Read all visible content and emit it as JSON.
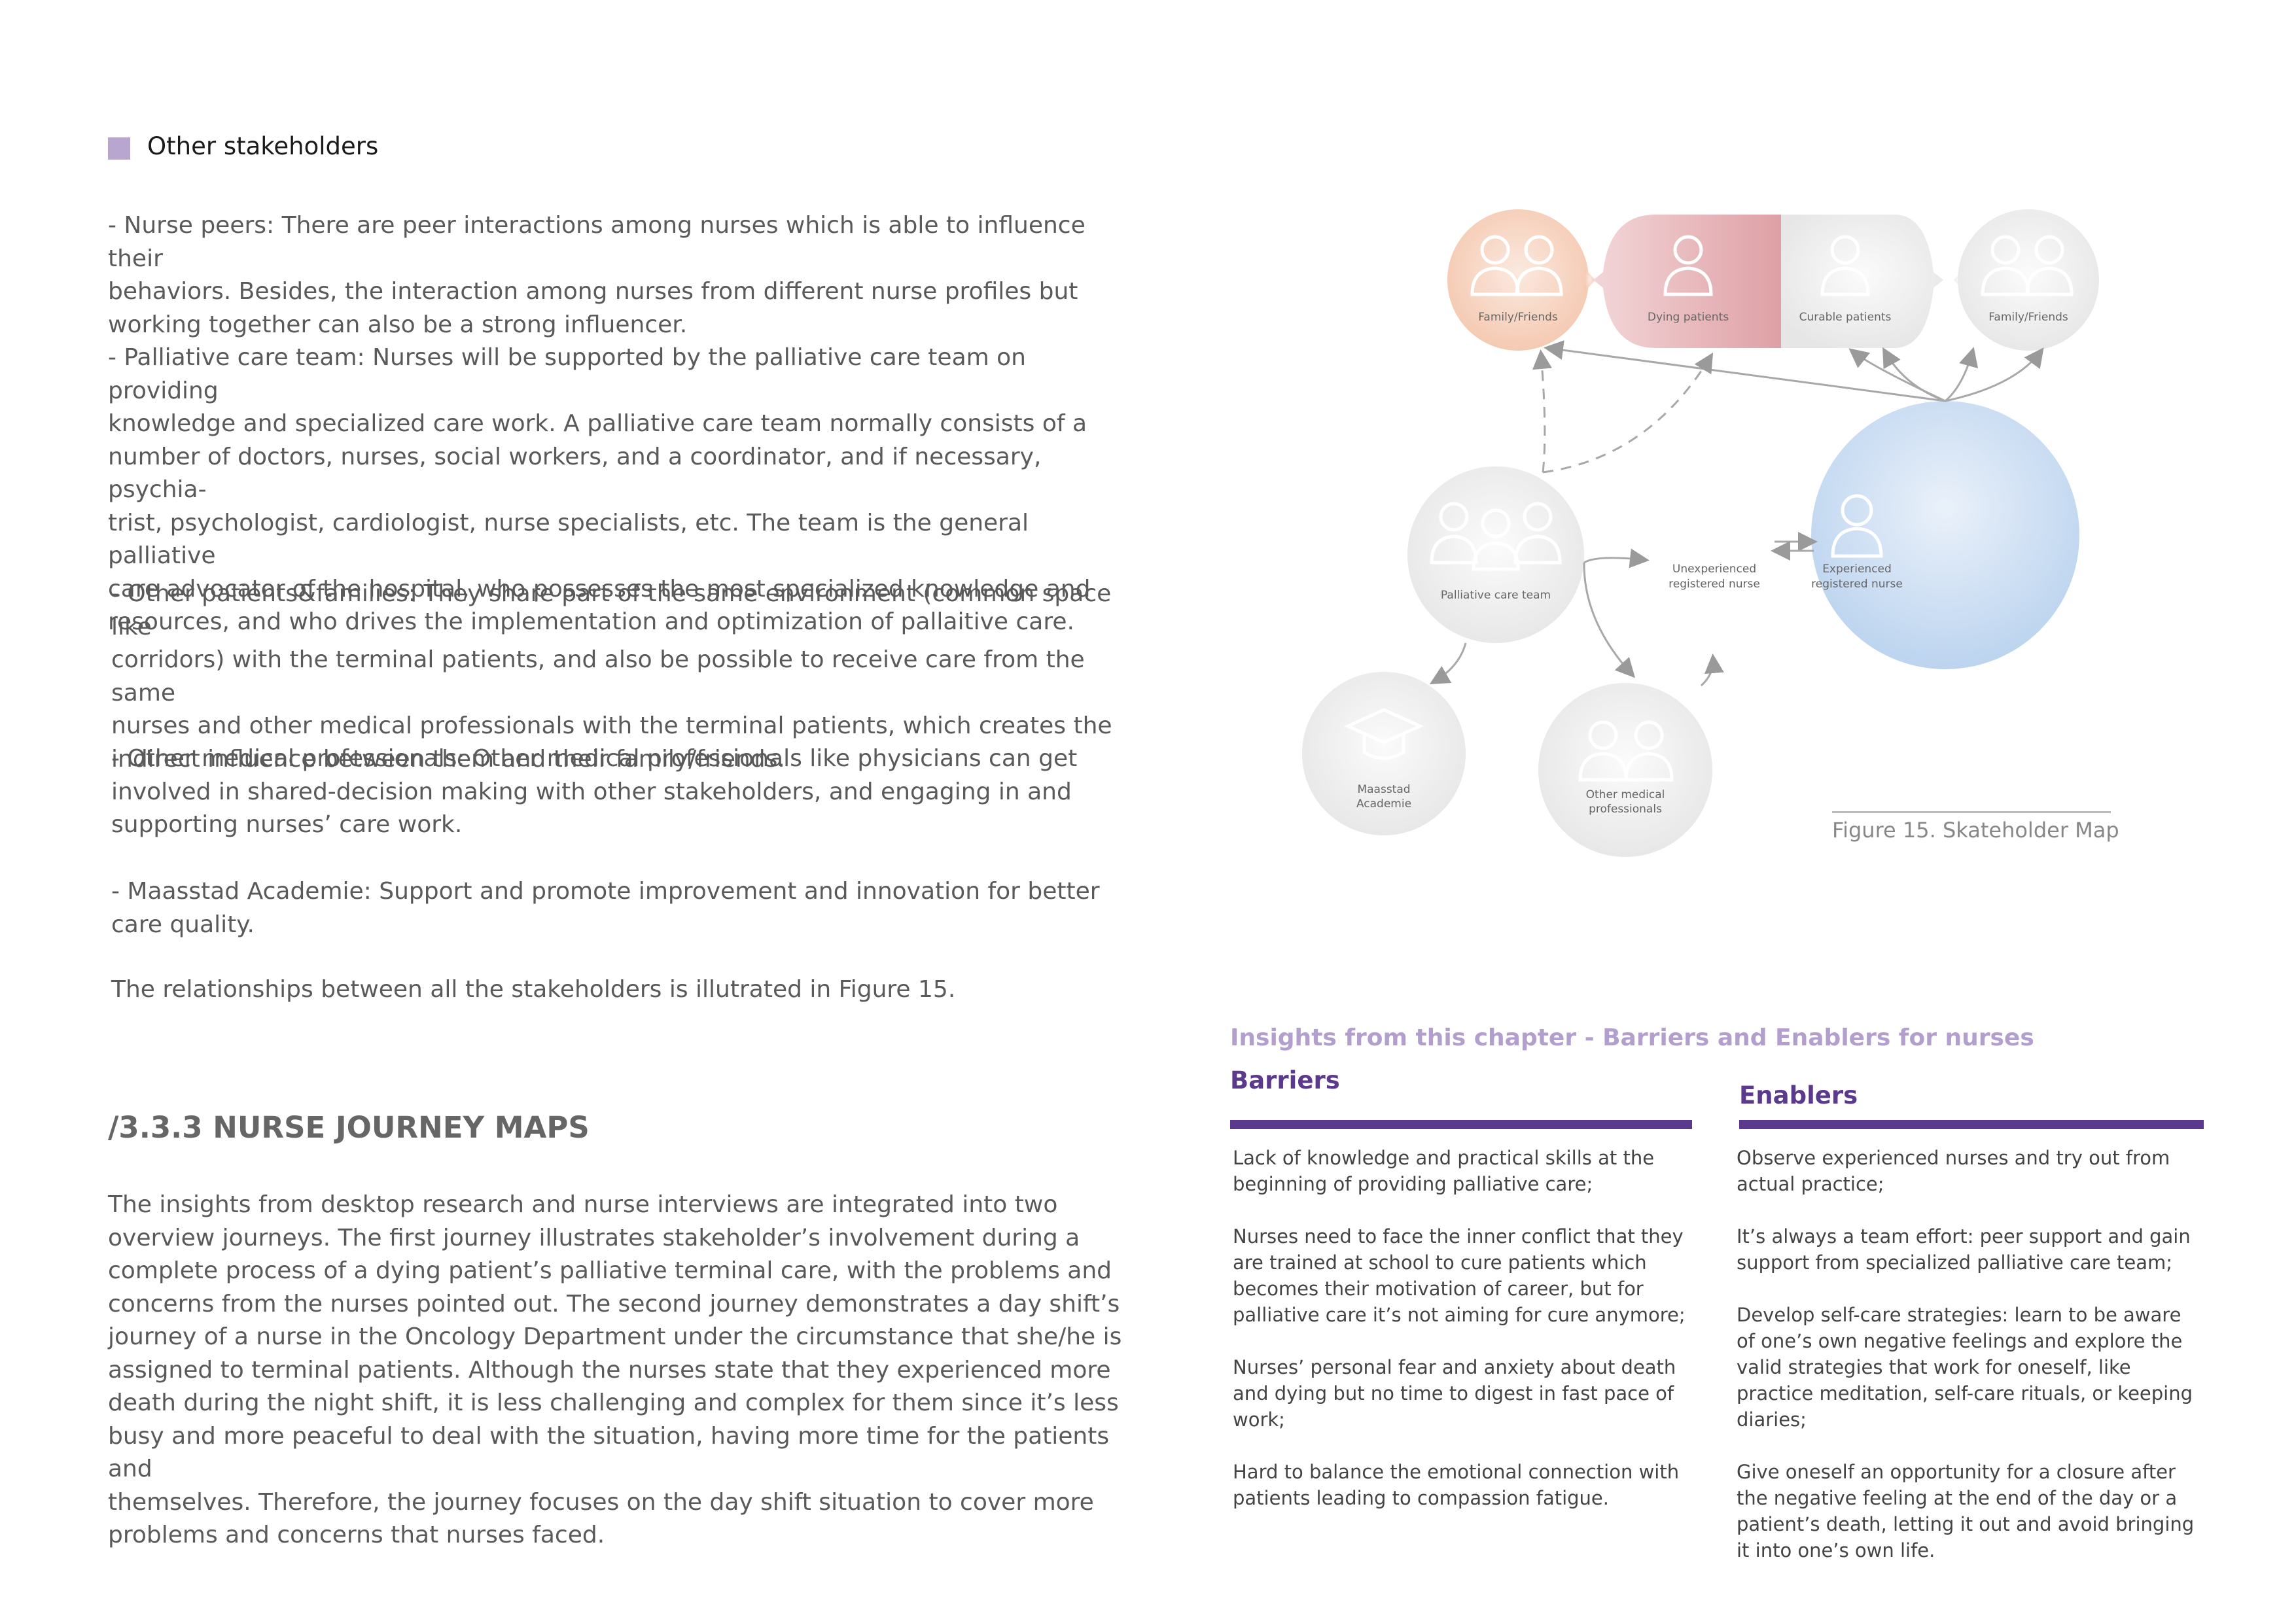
{
  "section": {
    "label": "Other stakeholders",
    "marker_color": "#b9a6cf"
  },
  "left_column": {
    "p1": "- Nurse peers: There are peer interactions among nurses which is able to influence their\nbehaviors. Besides, the interaction among nurses from different nurse profiles but\nworking together can also be a strong influencer.",
    "p2": "- Palliative care team: Nurses will be supported by the palliative care team on providing\nknowledge and specialized care work. A palliative care team normally consists of a\nnumber of doctors, nurses, social workers, and a coordinator, and if necessary, psychia-\ntrist, psychologist, cardiologist, nurse specialists, etc. The team is the general palliative\ncare advocator of the hospital, who possesses the most specialized knowledge and\nresources, and who drives the implementation and optimization of  pallaitive care.",
    "p3": "- Other patients&families: They share part of the same environment (common space like\ncorridors) with the terminal patients, and also be possible to receive care from the same\nnurses and other medical professionals with the terminal patients, which creates the\nindirect influence between them and their family/friends.",
    "p4": "- Other medical professionals: Other medical professionals like physicians can get\ninvolved in shared-decision making with other stakeholders, and engaging in and\nsupporting nurses’ care work.",
    "p5": "- Maasstad Academie: Support and promote improvement and innovation for better\ncare quality.",
    "p6": "The relationships between all the stakeholders is illutrated in Figure 15.",
    "heading": "/3.3.3 NURSE JOURNEY MAPS",
    "p7": "The insights from desktop research and nurse interviews are integrated into two\noverview journeys. The first journey illustrates stakeholder’s involvement during a\ncomplete process of a dying patient’s palliative terminal care, with the problems and\nconcerns from the nurses pointed out. The second journey demonstrates a day shift’s\njourney of a nurse in the Oncology Department under the circumstance that she/he is\nassigned to terminal patients. Although the nurses state that they experienced more\ndeath during the night shift, it is less challenging and complex for them since it’s less\nbusy and more peaceful to deal with the situation, having more time for the patients and\nthemselves. Therefore, the journey focuses on the day shift situation to cover more\nproblems and concerns that nurses faced."
  },
  "figure": {
    "caption": "Figure 15.  Skateholder Map",
    "labels": {
      "family_left": "Family/Friends",
      "dying": "Dying patients",
      "curable": "Curable patients",
      "family_right": "Family/Friends",
      "palliative": "Palliative care team",
      "unexp_1": "Unexperienced",
      "unexp_2": "registered nurse",
      "exp_1": "Experienced",
      "exp_2": "registered nurse",
      "maasstad_1": "Maasstad",
      "maasstad_2": "Academie",
      "other_med_1": "Other medical",
      "other_med_2": "professionals"
    },
    "colors": {
      "peach": "#f4c7ae",
      "rose": "#e3a9ad",
      "grey": "#ebebeb",
      "blue": "#c6daf1"
    }
  },
  "insights": {
    "title": "Insights from this chapter - Barriers and Enablers for nurses",
    "barriers": {
      "heading": "Barriers",
      "items": [
        "Lack of knowledge and practical skills at the beginning of providing palliative care;",
        "Nurses need to face the inner conflict that they are trained at school to cure patients which becomes their motivation of career, but for palliative care it’s not aiming for cure anymore;",
        "Nurses’ personal fear and anxiety about death and dying but no time to digest in fast pace of work;",
        "Hard to balance the emotional connection with patients leading to compassion fatigue."
      ]
    },
    "enablers": {
      "heading": "Enablers",
      "items": [
        "Observe experienced nurses and try out from actual practice;",
        "It’s always a team effort: peer support and gain support from specialized palliative care team;",
        "Develop self-care strategies: learn to be aware of one’s own negative feelings and explore the valid strategies that work for oneself, like practice meditation, self-care rituals, or keeping diaries;",
        "Give oneself an opportunity for a closure after the negative feeling at the end of the day or a patient’s death, letting it out and avoid bringing it into one’s own life."
      ]
    }
  }
}
